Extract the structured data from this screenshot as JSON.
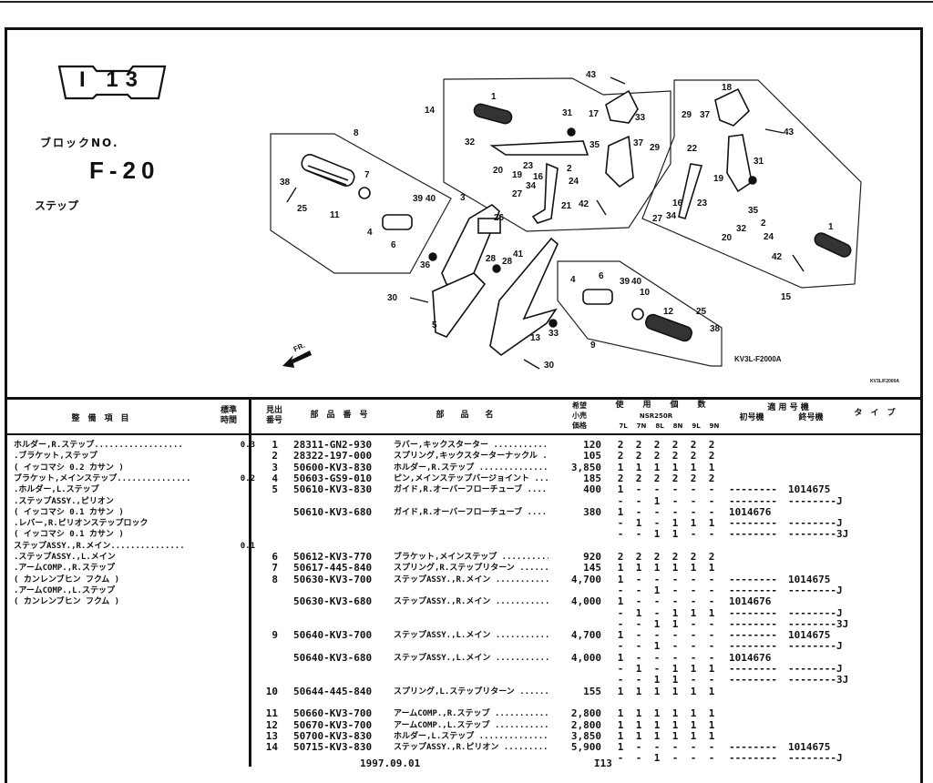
{
  "header": {
    "page_badge": "I 13",
    "block_label": "ブロックNO.",
    "block_no": "F-20",
    "section_name": "ステップ"
  },
  "diagram": {
    "code": "KV3L-F2000A",
    "code_small": "KV3L/F2000A",
    "front_label": "FR.",
    "callouts": [
      "43",
      "1",
      "14",
      "31",
      "17",
      "33",
      "37",
      "29",
      "32",
      "20",
      "19",
      "23",
      "34",
      "16",
      "35",
      "2",
      "24",
      "27",
      "21",
      "42",
      "8",
      "7",
      "38",
      "25",
      "11",
      "4",
      "6",
      "39",
      "40",
      "3",
      "26",
      "41",
      "36",
      "28",
      "28",
      "30",
      "5",
      "13",
      "33",
      "30",
      "4",
      "6",
      "39",
      "40",
      "10",
      "12",
      "25",
      "38",
      "9",
      "18",
      "29",
      "37",
      "43",
      "22",
      "31",
      "19",
      "16",
      "34",
      "27",
      "23",
      "35",
      "2",
      "32",
      "20",
      "24",
      "1",
      "42",
      "15"
    ]
  },
  "table": {
    "headers": {
      "item": "整　備　項　目",
      "std_time": "標準\n時間",
      "ref_no": "見出\n番号",
      "part_no": "部　品　番　号",
      "part_name": "部　　品　　名",
      "price": "希望\n小売\n価格",
      "qty": "使　用　個　数",
      "model": "NSR250R",
      "qty_cols": [
        "7L",
        "7N",
        "8L",
        "8N",
        "9L",
        "9N"
      ],
      "applicable": "適 用 号 機",
      "first_serial": "初号機",
      "last_serial": "終号機",
      "type": "タ　イ　プ"
    },
    "maintenance_items": [
      {
        "text": "ホルダー,R.ステップ..................",
        "hours": "0.3"
      },
      {
        "text": ".ブラケット,ステップ",
        "hours": ""
      },
      {
        "text": "( イッコマシ 0.2 カサン )",
        "hours": ""
      },
      {
        "text": "ブラケット,メインステップ...............",
        "hours": "0.2"
      },
      {
        "text": ".ホルダー,L.ステップ",
        "hours": ""
      },
      {
        "text": ".ステップASSY.,ピリオン",
        "hours": ""
      },
      {
        "text": "( イッコマシ 0.1 カサン )",
        "hours": ""
      },
      {
        "text": ".レバー,R.ピリオンステップロック",
        "hours": ""
      },
      {
        "text": "( イッコマシ 0.1 カサン )",
        "hours": ""
      },
      {
        "text": "ステップASSY.,R.メイン...............",
        "hours": "0.1"
      },
      {
        "text": ".ステップASSY.,L.メイン",
        "hours": ""
      },
      {
        "text": ".アームCOMP.,R.ステップ",
        "hours": ""
      },
      {
        "text": "( カンレンブヒン フクム )",
        "hours": ""
      },
      {
        "text": ".アームCOMP.,L.ステップ",
        "hours": ""
      },
      {
        "text": "( カンレンブヒン フクム )",
        "hours": ""
      }
    ],
    "rows": [
      {
        "ref": "1",
        "part_no": "28311-GN2-930",
        "name": "ラバー,キックスターター",
        "price": "120",
        "qty": [
          "2",
          "2",
          "2",
          "2",
          "2",
          "2"
        ],
        "first": "",
        "last": "",
        "type": ""
      },
      {
        "ref": "2",
        "part_no": "28322-197-000",
        "name": "スプリング,キックスターターナックル",
        "price": "105",
        "qty": [
          "2",
          "2",
          "2",
          "2",
          "2",
          "2"
        ],
        "first": "",
        "last": "",
        "type": ""
      },
      {
        "ref": "3",
        "part_no": "50600-KV3-830",
        "name": "ホルダー,R.ステップ",
        "price": "3,850",
        "qty": [
          "1",
          "1",
          "1",
          "1",
          "1",
          "1"
        ],
        "first": "",
        "last": "",
        "type": ""
      },
      {
        "ref": "4",
        "part_no": "50603-GS9-010",
        "name": "ピン,メインステップバージョイント",
        "price": "185",
        "qty": [
          "2",
          "2",
          "2",
          "2",
          "2",
          "2"
        ],
        "first": "",
        "last": "",
        "type": ""
      },
      {
        "ref": "5",
        "part_no": "50610-KV3-830",
        "name": "ガイド,R.オーバーフローチューブ",
        "price": "400",
        "qty": [
          "1",
          "-",
          "-",
          "-",
          "-",
          "-"
        ],
        "first": "--------",
        "last": "1014675",
        "type": ""
      },
      {
        "ref": "",
        "part_no": "",
        "name": "",
        "price": "",
        "qty": [
          "-",
          "-",
          "1",
          "-",
          "-",
          "-"
        ],
        "first": "--------",
        "last": "--------",
        "type": "J"
      },
      {
        "ref": "",
        "part_no": "50610-KV3-680",
        "name": "ガイド,R.オーバーフローチューブ",
        "price": "380",
        "qty": [
          "1",
          "-",
          "-",
          "-",
          "-",
          "-"
        ],
        "first": "1014676",
        "last": "",
        "type": ""
      },
      {
        "ref": "",
        "part_no": "",
        "name": "",
        "price": "",
        "qty": [
          "-",
          "1",
          "-",
          "1",
          "1",
          "1"
        ],
        "first": "--------",
        "last": "--------",
        "type": "J"
      },
      {
        "ref": "",
        "part_no": "",
        "name": "",
        "price": "",
        "qty": [
          "-",
          "-",
          "1",
          "1",
          "-",
          "-"
        ],
        "first": "--------",
        "last": "--------",
        "type": "3J"
      },
      null,
      {
        "ref": "6",
        "part_no": "50612-KV3-770",
        "name": "ブラケット,メインステップ",
        "price": "920",
        "qty": [
          "2",
          "2",
          "2",
          "2",
          "2",
          "2"
        ],
        "first": "",
        "last": "",
        "type": ""
      },
      {
        "ref": "7",
        "part_no": "50617-445-840",
        "name": "スプリング,R.ステップリターン",
        "price": "145",
        "qty": [
          "1",
          "1",
          "1",
          "1",
          "1",
          "1"
        ],
        "first": "",
        "last": "",
        "type": ""
      },
      {
        "ref": "8",
        "part_no": "50630-KV3-700",
        "name": "ステップASSY.,R.メイン",
        "price": "4,700",
        "qty": [
          "1",
          "-",
          "-",
          "-",
          "-",
          "-"
        ],
        "first": "--------",
        "last": "1014675",
        "type": ""
      },
      {
        "ref": "",
        "part_no": "",
        "name": "",
        "price": "",
        "qty": [
          "-",
          "-",
          "1",
          "-",
          "-",
          "-"
        ],
        "first": "--------",
        "last": "--------",
        "type": "J"
      },
      {
        "ref": "",
        "part_no": "50630-KV3-680",
        "name": "ステップASSY.,R.メイン",
        "price": "4,000",
        "qty": [
          "1",
          "-",
          "-",
          "-",
          "-",
          "-"
        ],
        "first": "1014676",
        "last": "",
        "type": ""
      },
      {
        "ref": "",
        "part_no": "",
        "name": "",
        "price": "",
        "qty": [
          "-",
          "1",
          "-",
          "1",
          "1",
          "1"
        ],
        "first": "--------",
        "last": "--------",
        "type": "J"
      },
      {
        "ref": "",
        "part_no": "",
        "name": "",
        "price": "",
        "qty": [
          "-",
          "-",
          "1",
          "1",
          "-",
          "-"
        ],
        "first": "--------",
        "last": "--------",
        "type": "3J"
      },
      {
        "ref": "9",
        "part_no": "50640-KV3-700",
        "name": "ステップASSY.,L.メイン",
        "price": "4,700",
        "qty": [
          "1",
          "-",
          "-",
          "-",
          "-",
          "-"
        ],
        "first": "--------",
        "last": "1014675",
        "type": ""
      },
      {
        "ref": "",
        "part_no": "",
        "name": "",
        "price": "",
        "qty": [
          "-",
          "-",
          "1",
          "-",
          "-",
          "-"
        ],
        "first": "--------",
        "last": "--------",
        "type": "J"
      },
      {
        "ref": "",
        "part_no": "50640-KV3-680",
        "name": "ステップASSY.,L.メイン",
        "price": "4,000",
        "qty": [
          "1",
          "-",
          "-",
          "-",
          "-",
          "-"
        ],
        "first": "1014676",
        "last": "",
        "type": ""
      },
      {
        "ref": "",
        "part_no": "",
        "name": "",
        "price": "",
        "qty": [
          "-",
          "1",
          "-",
          "1",
          "1",
          "1"
        ],
        "first": "--------",
        "last": "--------",
        "type": "J"
      },
      {
        "ref": "",
        "part_no": "",
        "name": "",
        "price": "",
        "qty": [
          "-",
          "-",
          "1",
          "1",
          "-",
          "-"
        ],
        "first": "--------",
        "last": "--------",
        "type": "3J"
      },
      {
        "ref": "10",
        "part_no": "50644-445-840",
        "name": "スプリング,L.ステップリターン",
        "price": "155",
        "qty": [
          "1",
          "1",
          "1",
          "1",
          "1",
          "1"
        ],
        "first": "",
        "last": "",
        "type": ""
      },
      null,
      {
        "ref": "11",
        "part_no": "50660-KV3-700",
        "name": "アームCOMP.,R.ステップ",
        "price": "2,800",
        "qty": [
          "1",
          "1",
          "1",
          "1",
          "1",
          "1"
        ],
        "first": "",
        "last": "",
        "type": ""
      },
      {
        "ref": "12",
        "part_no": "50670-KV3-700",
        "name": "アームCOMP.,L.ステップ",
        "price": "2,800",
        "qty": [
          "1",
          "1",
          "1",
          "1",
          "1",
          "1"
        ],
        "first": "",
        "last": "",
        "type": ""
      },
      {
        "ref": "13",
        "part_no": "50700-KV3-830",
        "name": "ホルダー,L.ステップ",
        "price": "3,850",
        "qty": [
          "1",
          "1",
          "1",
          "1",
          "1",
          "1"
        ],
        "first": "",
        "last": "",
        "type": ""
      },
      {
        "ref": "14",
        "part_no": "50715-KV3-830",
        "name": "ステップASSY.,R.ピリオン",
        "price": "5,900",
        "qty": [
          "1",
          "-",
          "-",
          "-",
          "-",
          "-"
        ],
        "first": "--------",
        "last": "1014675",
        "type": ""
      },
      {
        "ref": "",
        "part_no": "",
        "name": "",
        "price": "",
        "qty": [
          "-",
          "-",
          "1",
          "-",
          "-",
          "-"
        ],
        "first": "--------",
        "last": "--------",
        "type": "J"
      }
    ]
  },
  "footer": {
    "date": "1997.09.01",
    "page": "I13"
  }
}
